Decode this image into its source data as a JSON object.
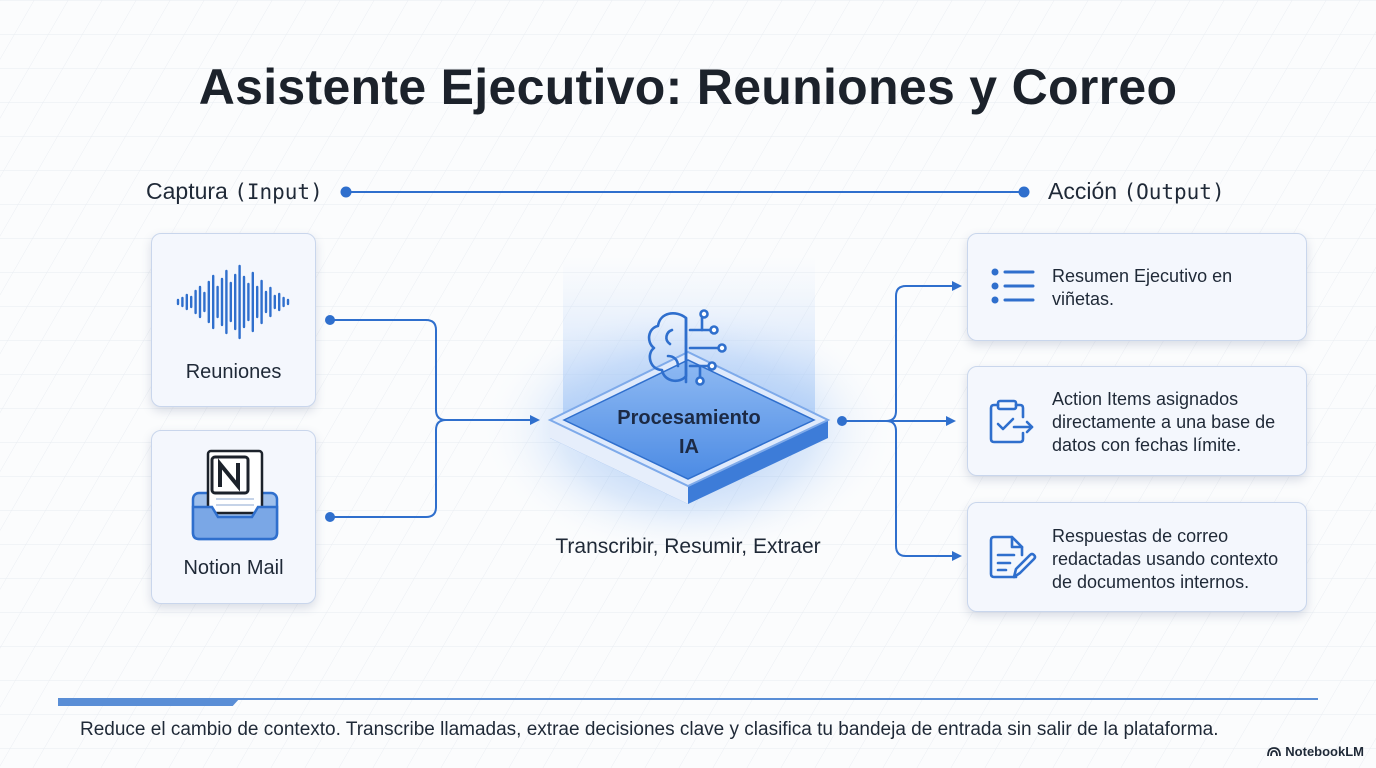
{
  "title": "Asistente Ejecutivo: Reuniones y Correo",
  "header": {
    "input_label": "Captura",
    "input_tag": "(Input)",
    "output_label": "Acción",
    "output_tag": "(Output)"
  },
  "inputs": [
    {
      "label": "Reuniones",
      "icon": "sound-wave-icon"
    },
    {
      "label": "Notion Mail",
      "icon": "notion-inbox-icon"
    }
  ],
  "center": {
    "label_line1": "Procesamiento",
    "label_line2": "IA",
    "icon": "brain-circuit-icon",
    "caption": "Transcribir, Resumir, Extraer"
  },
  "outputs": [
    {
      "icon": "bullet-list-icon",
      "lines": [
        "Resumen Ejecutivo en",
        "viñetas."
      ]
    },
    {
      "icon": "clipboard-check-icon",
      "lines": [
        "Action Items asignados",
        "directamente a una base de",
        "datos con fechas límite."
      ]
    },
    {
      "icon": "document-edit-icon",
      "lines": [
        "Respuestas de correo",
        "redactadas usando contexto",
        "de documentos internos."
      ]
    }
  ],
  "footer": {
    "text": "Reduce el cambio de contexto. Transcribe llamadas, extrae decisiones clave y clasifica tu bandeja de entrada sin salir de la plataforma."
  },
  "brand": "NotebookLM",
  "colors": {
    "accent": "#2f6fcd",
    "card_bg": "#f4f7fd",
    "card_border": "#c9d6ec",
    "title": "#1c222b"
  }
}
